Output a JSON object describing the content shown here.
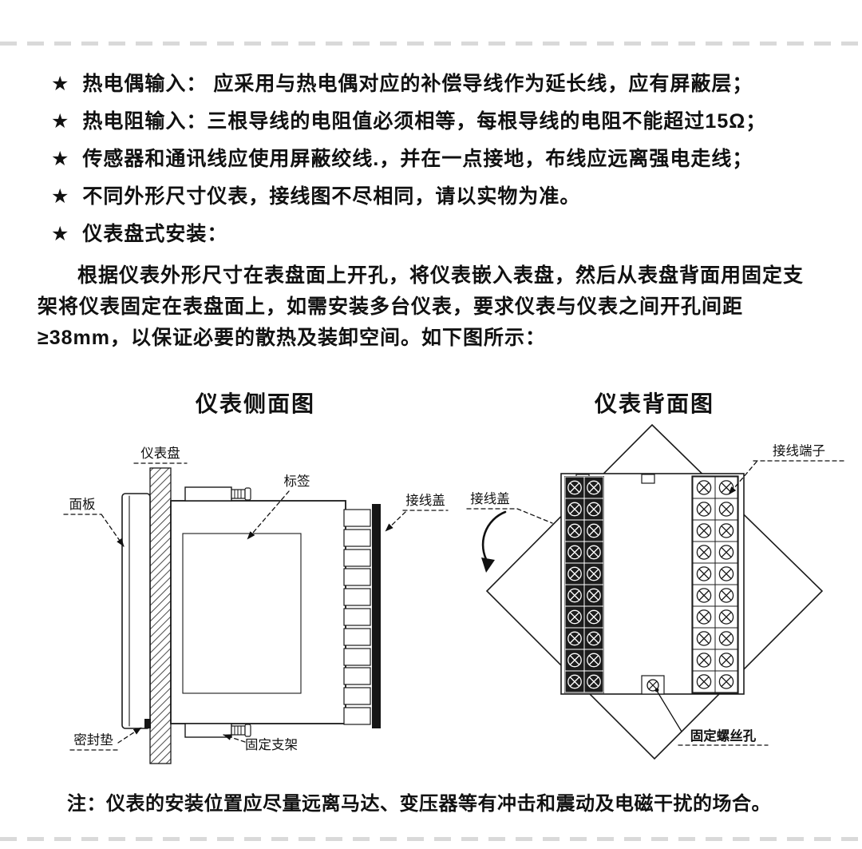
{
  "page": {
    "ink_color": "#111111",
    "tear_color": "#d9d9d9",
    "background": "#ffffff"
  },
  "bullets": [
    {
      "star": "★",
      "text": "热电偶输入： 应采用与热电偶对应的补偿导线作为延长线，应有屏蔽层；"
    },
    {
      "star": "★",
      "text": "热电阻输入：三根导线的电阻值必须相等，每根导线的电阻不能超过15Ω；"
    },
    {
      "star": "★",
      "text": "传感器和通讯线应使用屏蔽绞线.，并在一点接地，布线应远离强电走线；"
    },
    {
      "star": "★",
      "text": "不同外形尺寸仪表，接线图不尽相同，请以实物为准。"
    },
    {
      "star": "★",
      "text": "仪表盘式安装："
    }
  ],
  "paragraph": "根据仪表外形尺寸在表盘面上开孔，将仪表嵌入表盘，然后从表盘背面用固定支架将仪表固定在表盘面上，如需安装多台仪表，要求仪表与仪表之间开孔间距≥38mm，以保证必要的散热及装卸空间。如下图所示：",
  "side_view": {
    "title": "仪表侧面图",
    "labels": {
      "panel": "仪表盘",
      "front_panel": "面板",
      "tag": "标签",
      "terminal_cover": "接线盖",
      "seal": "密封垫",
      "bracket": "固定支架"
    }
  },
  "back_view": {
    "title": "仪表背面图",
    "labels": {
      "terminal_cover": "接线盖",
      "terminals": "接线端子",
      "screw_hole": "固定螺丝孔"
    }
  },
  "note": "注：仪表的安装位置应尽量远离马达、变压器等有冲击和震动及电磁干扰的场合。"
}
